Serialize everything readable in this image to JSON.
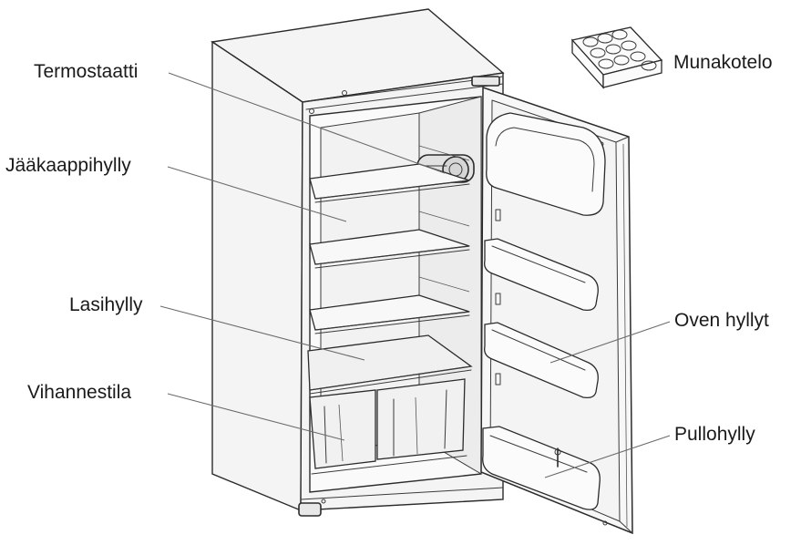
{
  "labels": {
    "thermostat": "Termostaatti",
    "fridge_shelf": "Jääkaappihylly",
    "glass_shelf": "Lasihylly",
    "crisper": "Vihannestila",
    "egg_tray": "Munakotelo",
    "door_shelves": "Oven hyllyt",
    "bottle_shelf": "Pullohylly"
  }
}
